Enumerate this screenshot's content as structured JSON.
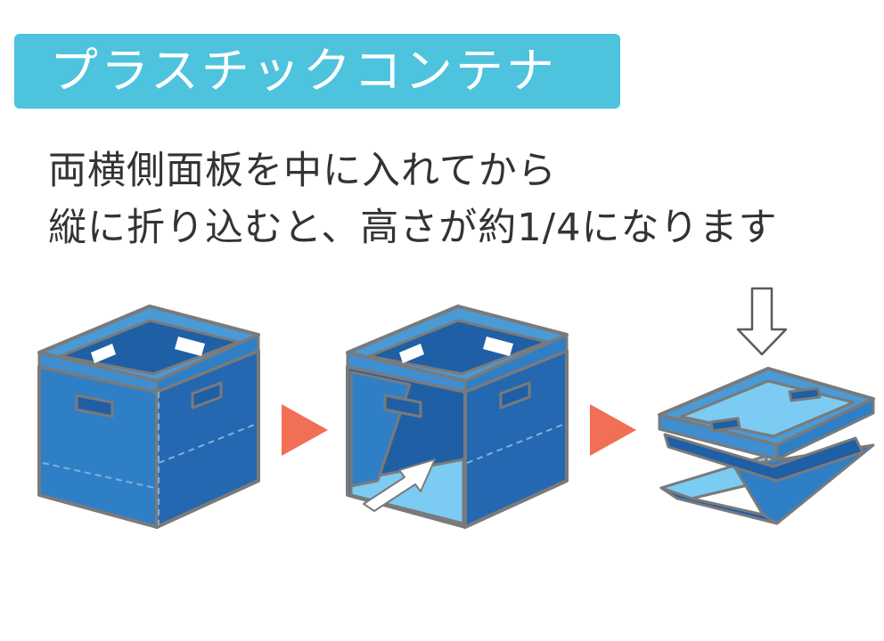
{
  "title": "プラスチックコンテナ",
  "description": {
    "line1": "両横側面板を中に入れてから",
    "line2": "縦に折り込むと、高さが約1/4になります"
  },
  "colors": {
    "title_bg": "#4dc3dd",
    "container_blue": "#2f7fc6",
    "container_dark": "#1f5fa6",
    "container_light": "#7ccbf2",
    "outline": "#7a7a7a",
    "step_arrow": "#f06f55",
    "text": "#333333"
  },
  "icons": {
    "step_arrow_1": "play-triangle-icon",
    "step_arrow_2": "play-triangle-icon",
    "push_arrow": "arrow-up-right-icon",
    "press_arrow": "arrow-down-icon"
  }
}
